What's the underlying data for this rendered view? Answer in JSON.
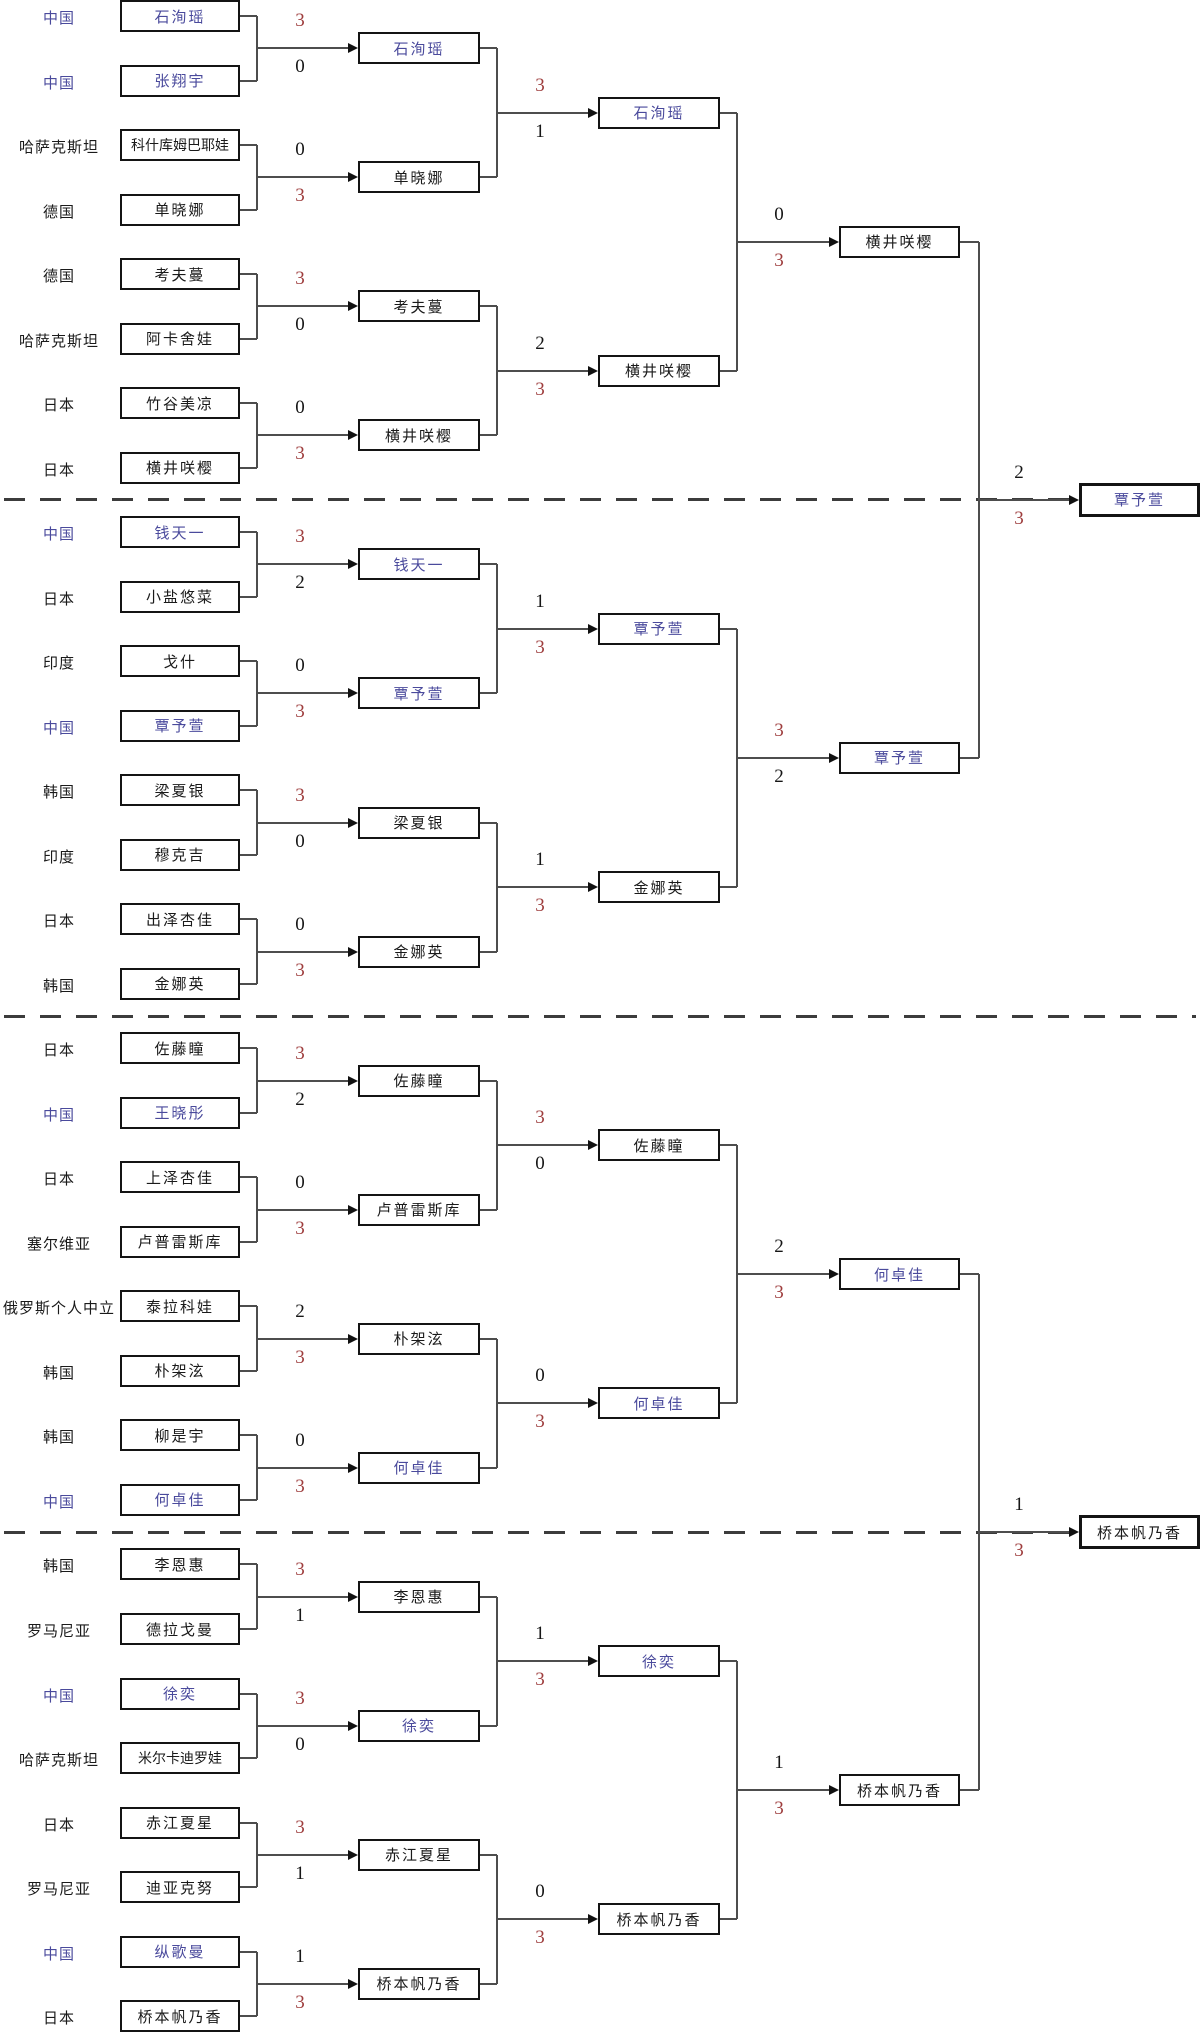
{
  "colors": {
    "chinese_player": "#4a4a9c",
    "winning_score": "#9e3d3d"
  },
  "bracket": {
    "entries": [
      {
        "country": "中国",
        "name": "石洵瑶",
        "chinese": true
      },
      {
        "country": "中国",
        "name": "张翔宇",
        "chinese": true
      },
      {
        "country": "哈萨克斯坦",
        "name": "科什库姆巴耶娃",
        "chinese": false
      },
      {
        "country": "德国",
        "name": "单晓娜",
        "chinese": false
      },
      {
        "country": "德国",
        "name": "考夫蔓",
        "chinese": false
      },
      {
        "country": "哈萨克斯坦",
        "name": "阿卡舍娃",
        "chinese": false
      },
      {
        "country": "日本",
        "name": "竹谷美凉",
        "chinese": false
      },
      {
        "country": "日本",
        "name": "横井咲樱",
        "chinese": false
      },
      {
        "country": "中国",
        "name": "钱天一",
        "chinese": true
      },
      {
        "country": "日本",
        "name": "小盐悠菜",
        "chinese": false
      },
      {
        "country": "印度",
        "name": "戈什",
        "chinese": false
      },
      {
        "country": "中国",
        "name": "覃予萱",
        "chinese": true
      },
      {
        "country": "韩国",
        "name": "梁夏银",
        "chinese": false
      },
      {
        "country": "印度",
        "name": "穆克吉",
        "chinese": false
      },
      {
        "country": "日本",
        "name": "出泽杏佳",
        "chinese": false
      },
      {
        "country": "韩国",
        "name": "金娜英",
        "chinese": false
      },
      {
        "country": "日本",
        "name": "佐藤瞳",
        "chinese": false
      },
      {
        "country": "中国",
        "name": "王晓彤",
        "chinese": true
      },
      {
        "country": "日本",
        "name": "上泽杏佳",
        "chinese": false
      },
      {
        "country": "塞尔维亚",
        "name": "卢普雷斯库",
        "chinese": false
      },
      {
        "country": "俄罗斯个人中立",
        "name": "泰拉科娃",
        "chinese": false
      },
      {
        "country": "韩国",
        "name": "朴架泫",
        "chinese": false
      },
      {
        "country": "韩国",
        "name": "柳是宇",
        "chinese": false
      },
      {
        "country": "中国",
        "name": "何卓佳",
        "chinese": true
      },
      {
        "country": "韩国",
        "name": "李恩惠",
        "chinese": false
      },
      {
        "country": "罗马尼亚",
        "name": "德拉戈曼",
        "chinese": false
      },
      {
        "country": "中国",
        "name": "徐奕",
        "chinese": true
      },
      {
        "country": "哈萨克斯坦",
        "name": "米尔卡迪罗娃",
        "chinese": false
      },
      {
        "country": "日本",
        "name": "赤江夏星",
        "chinese": false
      },
      {
        "country": "罗马尼亚",
        "name": "迪亚克努",
        "chinese": false
      },
      {
        "country": "中国",
        "name": "纵歌曼",
        "chinese": true
      },
      {
        "country": "日本",
        "name": "桥本帆乃香",
        "chinese": false
      }
    ],
    "round1_scores": [
      [
        3,
        0
      ],
      [
        0,
        3
      ],
      [
        3,
        0
      ],
      [
        0,
        3
      ],
      [
        3,
        2
      ],
      [
        0,
        3
      ],
      [
        3,
        0
      ],
      [
        0,
        3
      ],
      [
        3,
        2
      ],
      [
        0,
        3
      ],
      [
        2,
        3
      ],
      [
        0,
        3
      ],
      [
        3,
        1
      ],
      [
        3,
        0
      ],
      [
        3,
        1
      ],
      [
        1,
        3
      ]
    ],
    "round2": [
      {
        "name": "石洵瑶",
        "chinese": true
      },
      {
        "name": "单晓娜",
        "chinese": false
      },
      {
        "name": "考夫蔓",
        "chinese": false
      },
      {
        "name": "横井咲樱",
        "chinese": false
      },
      {
        "name": "钱天一",
        "chinese": true
      },
      {
        "name": "覃予萱",
        "chinese": true
      },
      {
        "name": "梁夏银",
        "chinese": false
      },
      {
        "name": "金娜英",
        "chinese": false
      },
      {
        "name": "佐藤瞳",
        "chinese": false
      },
      {
        "name": "卢普雷斯库",
        "chinese": false
      },
      {
        "name": "朴架泫",
        "chinese": false
      },
      {
        "name": "何卓佳",
        "chinese": true
      },
      {
        "name": "李恩惠",
        "chinese": false
      },
      {
        "name": "徐奕",
        "chinese": true
      },
      {
        "name": "赤江夏星",
        "chinese": false
      },
      {
        "name": "桥本帆乃香",
        "chinese": false
      }
    ],
    "round2_scores": [
      [
        3,
        1
      ],
      [
        2,
        3
      ],
      [
        1,
        3
      ],
      [
        1,
        3
      ],
      [
        3,
        0
      ],
      [
        0,
        3
      ],
      [
        1,
        3
      ],
      [
        0,
        3
      ]
    ],
    "quarterfinals": [
      {
        "name": "石洵瑶",
        "chinese": true
      },
      {
        "name": "横井咲樱",
        "chinese": false
      },
      {
        "name": "覃予萱",
        "chinese": true
      },
      {
        "name": "金娜英",
        "chinese": false
      },
      {
        "name": "佐藤瞳",
        "chinese": false
      },
      {
        "name": "何卓佳",
        "chinese": true
      },
      {
        "name": "徐奕",
        "chinese": true
      },
      {
        "name": "桥本帆乃香",
        "chinese": false
      }
    ],
    "quarterfinal_scores": [
      [
        0,
        3
      ],
      [
        3,
        2
      ],
      [
        2,
        3
      ],
      [
        1,
        3
      ]
    ],
    "semifinals": [
      {
        "name": "横井咲樱",
        "chinese": false
      },
      {
        "name": "覃予萱",
        "chinese": true
      },
      {
        "name": "何卓佳",
        "chinese": true
      },
      {
        "name": "桥本帆乃香",
        "chinese": false
      }
    ],
    "semifinal_scores": [
      [
        2,
        3
      ],
      [
        1,
        3
      ]
    ],
    "finals": [
      {
        "name": "覃予萱",
        "chinese": true
      },
      {
        "name": "桥本帆乃香",
        "chinese": false
      }
    ]
  }
}
